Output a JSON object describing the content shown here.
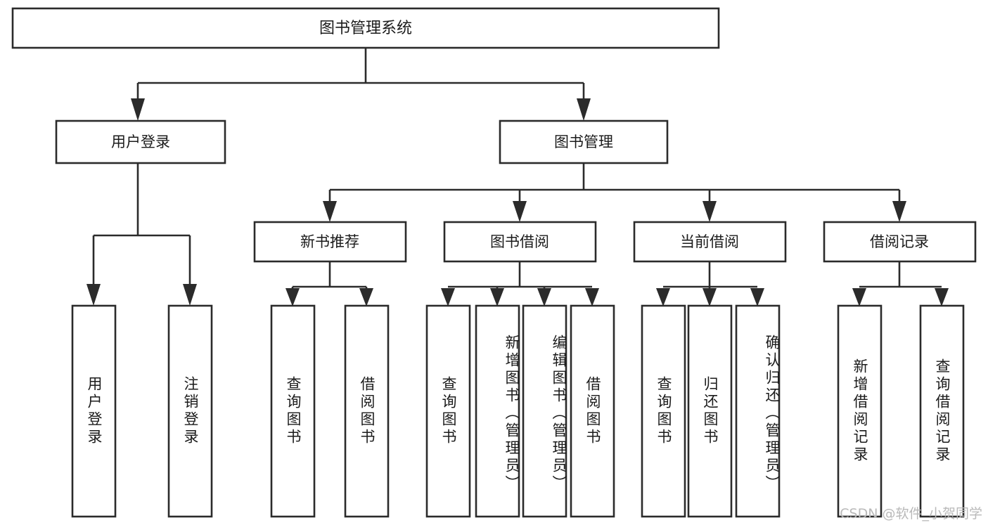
{
  "diagram": {
    "title": "图书管理系统",
    "type": "tree",
    "orientation": "top-down",
    "colors": {
      "box_stroke": "#2b2b2b",
      "box_fill": "#ffffff",
      "connector": "#2b2b2b",
      "text": "#1b1b1b",
      "background": "#ffffff",
      "watermark": "#b9b9b9"
    },
    "root": {
      "id": "root",
      "label": "图书管理系统"
    },
    "level2": [
      {
        "id": "user-login",
        "label": "用户登录"
      },
      {
        "id": "book-manage",
        "label": "图书管理"
      }
    ],
    "level3": [
      {
        "id": "new-book-recommend",
        "label": "新书推荐",
        "parent": "book-manage"
      },
      {
        "id": "book-borrow",
        "label": "图书借阅",
        "parent": "book-manage"
      },
      {
        "id": "current-borrow",
        "label": "当前借阅",
        "parent": "book-manage"
      },
      {
        "id": "borrow-record",
        "label": "借阅记录",
        "parent": "book-manage"
      }
    ],
    "leaves": {
      "user-login": [
        {
          "id": "leaf-user-login",
          "label": "用户登录"
        },
        {
          "id": "leaf-logout-login",
          "label": "注销登录"
        }
      ],
      "new-book-recommend": [
        {
          "id": "leaf-query-book-1",
          "label": "查询图书"
        },
        {
          "id": "leaf-borrow-book-1",
          "label": "借阅图书"
        }
      ],
      "book-borrow": [
        {
          "id": "leaf-query-book-2",
          "label": "查询图书"
        },
        {
          "id": "leaf-add-book",
          "label": "新增图书（管理员）"
        },
        {
          "id": "leaf-edit-book",
          "label": "编辑图书（管理员）"
        },
        {
          "id": "leaf-borrow-book-2",
          "label": "借阅图书"
        }
      ],
      "current-borrow": [
        {
          "id": "leaf-query-book-3",
          "label": "查询图书"
        },
        {
          "id": "leaf-return-book",
          "label": "归还图书"
        },
        {
          "id": "leaf-confirm-return",
          "label": "确认归还（管理员）"
        }
      ],
      "borrow-record": [
        {
          "id": "leaf-add-record",
          "label": "新增借阅记录"
        },
        {
          "id": "leaf-query-record",
          "label": "查询借阅记录"
        }
      ]
    }
  },
  "watermark": {
    "text": "CSDN @软件_小贺同学"
  }
}
